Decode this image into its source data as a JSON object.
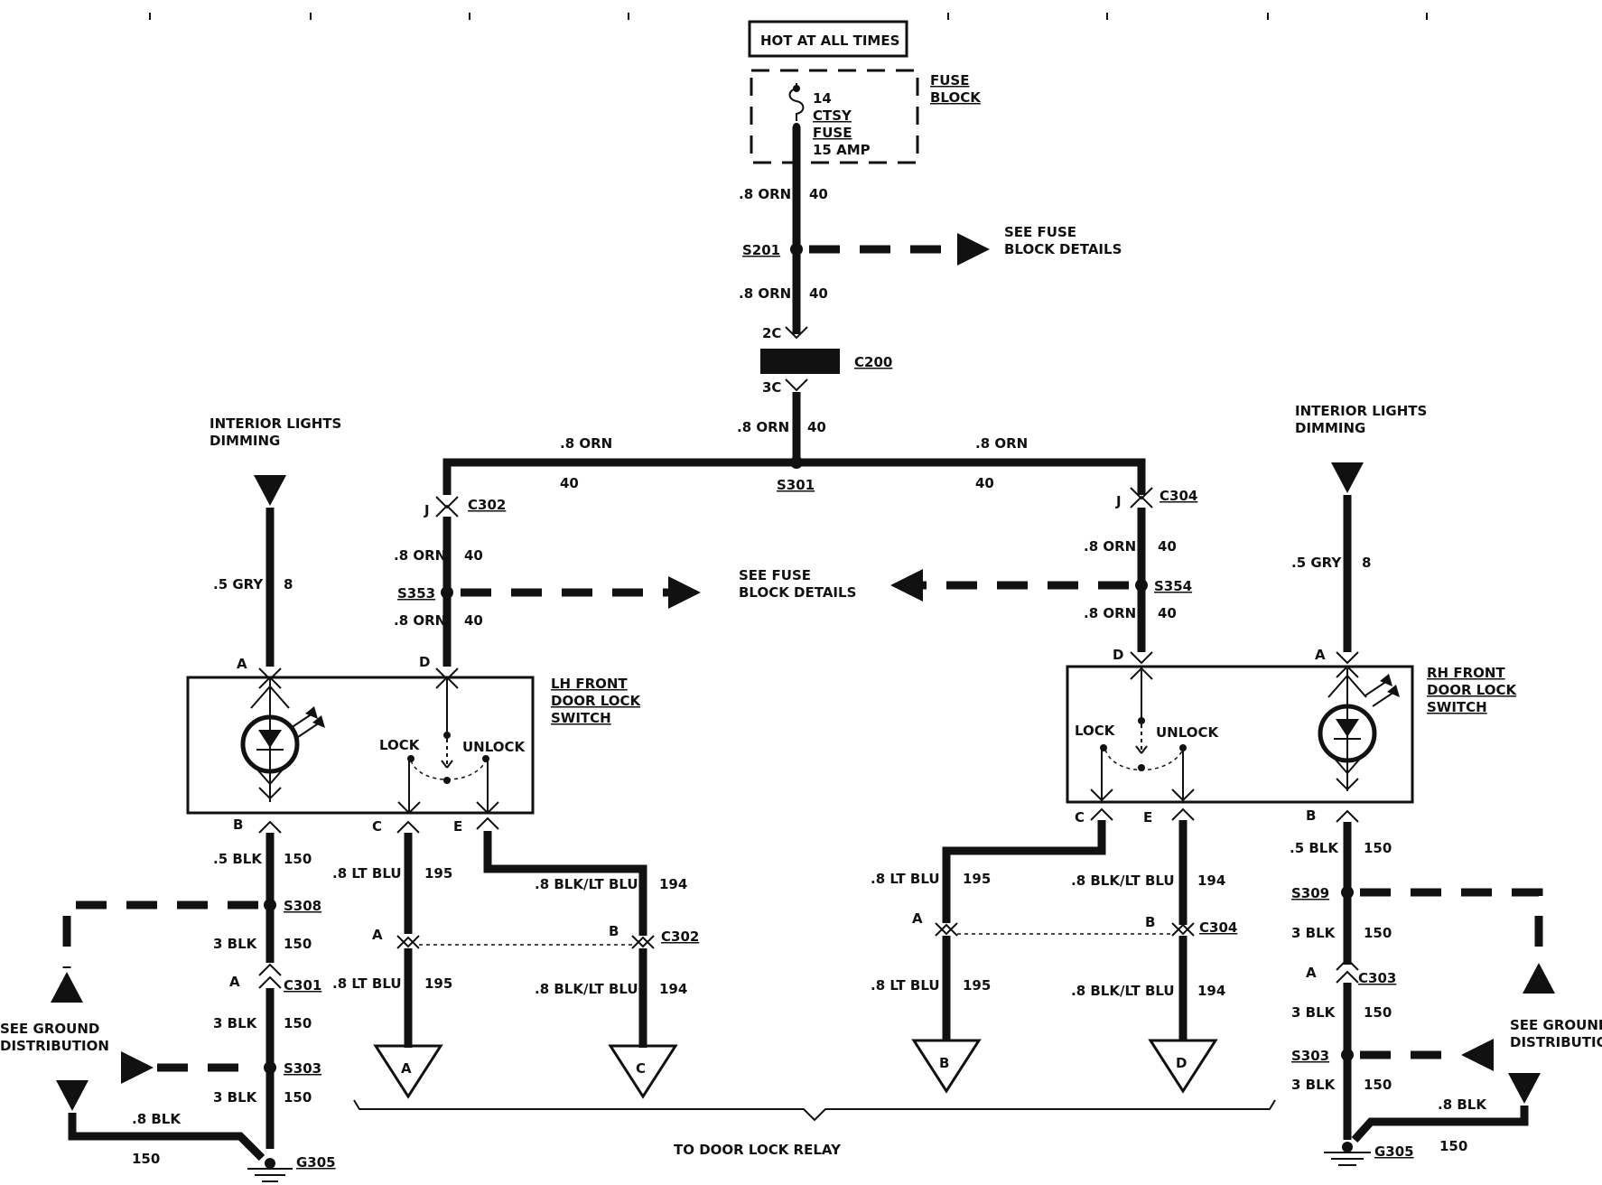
{
  "colors": {
    "ink": "#111111",
    "paper": "#ffffff"
  },
  "power": {
    "hot_label": "HOT AT ALL TIMES"
  },
  "fuse": {
    "number": "14",
    "name1": "CTSY",
    "name2": "FUSE",
    "rating": "15 AMP",
    "block1": "FUSE",
    "block2": "BLOCK"
  },
  "splices": {
    "s201": "S201",
    "s301": "S301",
    "s353": "S353",
    "s354": "S354",
    "s308": "S308",
    "s303": "S303",
    "s309": "S309"
  },
  "connectors": {
    "c200": "C200",
    "c200_in": "2C",
    "c200_out": "3C",
    "c302": "C302",
    "c304": "C304",
    "c301": "C301",
    "c303": "C303"
  },
  "grounds": {
    "g305": "G305"
  },
  "wires": {
    "orn_08": ".8 ORN",
    "orn_ckt": "40",
    "gry": ".5 GRY",
    "gry_ckt": "8",
    "blk_05": ".5 BLK",
    "blk_3": "3 BLK",
    "blk_08": ".8 BLK",
    "blk_ckt": "150",
    "ltblu": ".8 LT BLU",
    "ltblu_ckt": "195",
    "blkltblu": ".8 BLK/LT BLU",
    "blkltblu_ckt": "194"
  },
  "refs": {
    "fuse_details1": "SEE FUSE",
    "fuse_details2": "BLOCK DETAILS",
    "ild1": "INTERIOR LIGHTS",
    "ild2": "DIMMING",
    "gnd1": "SEE GROUND",
    "gnd2": "DISTRIBUTION"
  },
  "switches": {
    "lh1": "LH FRONT",
    "lh2": "DOOR LOCK",
    "lh3": "SWITCH",
    "rh1": "RH FRONT",
    "rh2": "DOOR LOCK",
    "rh3": "SWITCH",
    "lock": "LOCK",
    "unlock": "UNLOCK"
  },
  "pins": {
    "a": "A",
    "b": "B",
    "c": "C",
    "d": "D",
    "e": "E",
    "j": "J"
  },
  "terminals": {
    "a": "A",
    "b": "B",
    "c": "C",
    "d": "D"
  },
  "relay": {
    "label": "TO DOOR LOCK RELAY"
  }
}
